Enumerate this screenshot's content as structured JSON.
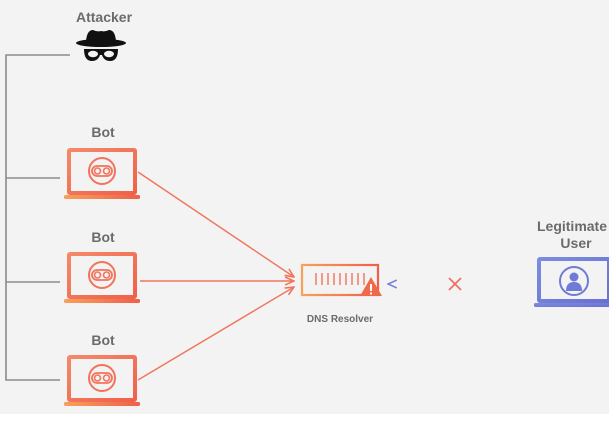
{
  "labels": {
    "attacker": "Attacker",
    "bot_1": "Bot",
    "bot_2": "Bot",
    "bot_3": "Bot",
    "dns_resolver": "DNS Resolver",
    "legit_line1": "Legitimate",
    "legit_line2": "User"
  },
  "colors": {
    "background": "#f3f3f3",
    "connector_gray": "#8c8c8c",
    "attack_line": "#f2745c",
    "legit_line": "#8fa3d8",
    "blocked_x": "#f06a5e",
    "warning": "#f06a4a",
    "user_laptop": "#6f7bd6",
    "bot_laptop": "#f07a5a"
  },
  "icons": {
    "attacker": "spy-hat-icon",
    "bot": "robot-face-icon",
    "resolver": "server-icon",
    "warning": "warning-triangle-icon",
    "blocked": "x-mark-icon",
    "user": "user-avatar-icon"
  }
}
